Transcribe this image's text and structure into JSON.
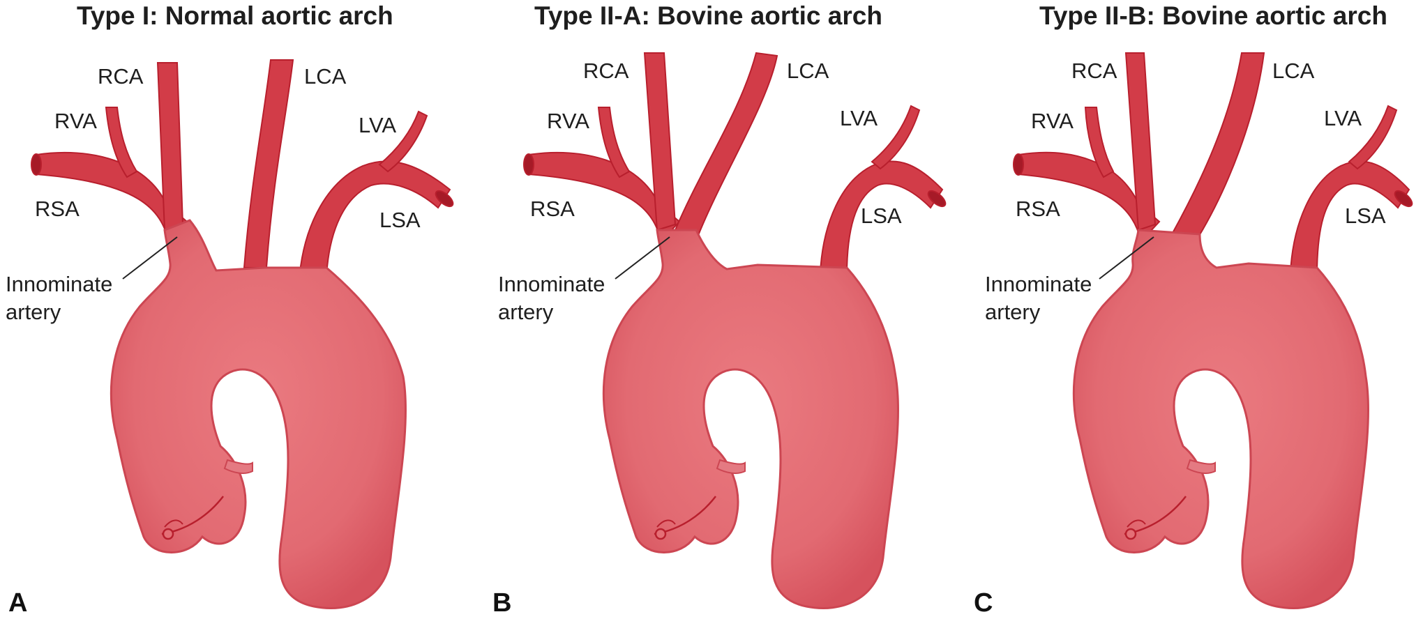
{
  "colors": {
    "vessel_fill": "#e46f76",
    "vessel_branch": "#d23c48",
    "vessel_outline": "#b81f2d",
    "leader_line": "#222222",
    "text": "#1e1e1e"
  },
  "panels": [
    {
      "letter": "A",
      "title": "Type I: Normal aortic arch",
      "labels": {
        "rca": "RCA",
        "lca": "LCA",
        "rva": "RVA",
        "lva": "LVA",
        "rsa": "RSA",
        "lsa": "LSA",
        "innominate_1": "Innominate",
        "innominate_2": "artery"
      }
    },
    {
      "letter": "B",
      "title": "Type II-A: Bovine aortic arch",
      "labels": {
        "rca": "RCA",
        "lca": "LCA",
        "rva": "RVA",
        "lva": "LVA",
        "rsa": "RSA",
        "lsa": "LSA",
        "innominate_1": "Innominate",
        "innominate_2": "artery"
      }
    },
    {
      "letter": "C",
      "title": "Type II-B: Bovine aortic arch",
      "labels": {
        "rca": "RCA",
        "lca": "LCA",
        "rva": "RVA",
        "lva": "LVA",
        "rsa": "RSA",
        "lsa": "LSA",
        "innominate_1": "Innominate",
        "innominate_2": "artery"
      }
    }
  ]
}
